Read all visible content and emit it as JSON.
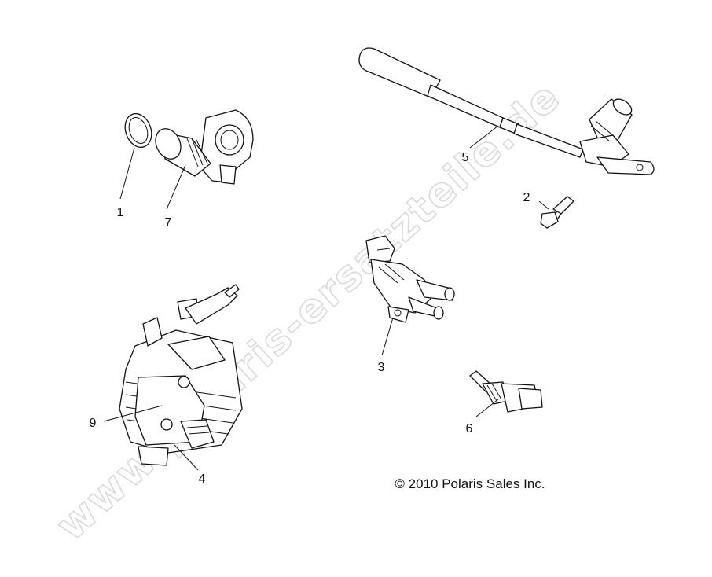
{
  "callouts": {
    "c1": "1",
    "c2": "2",
    "c3": "3",
    "c4": "4",
    "c5": "5",
    "c6": "6",
    "c7": "7",
    "c9": "9"
  },
  "copyright": "© 2010 Polaris Sales Inc.",
  "watermark": "www.polaris-ersatzteile.de",
  "colors": {
    "line": "#111111",
    "watermark_outline": "#d9d9d9",
    "background": "#ffffff"
  }
}
